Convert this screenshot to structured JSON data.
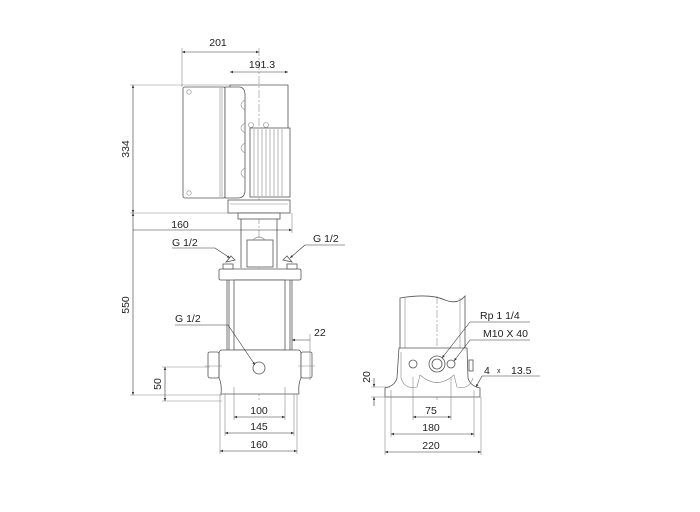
{
  "front_view": {
    "dim_width_control_box": "201",
    "dim_width_motor": "191.3",
    "dim_height_motor": "334",
    "dim_height_pump": "550",
    "dim_motor_offset": "160",
    "label_vent_left": "G 1/2",
    "label_vent_right": "G 1/2",
    "label_drain": "G 1/2",
    "dim_flange_offset": "22",
    "dim_port_height": "50",
    "dim_port_spacing": "100",
    "dim_base_inner": "145",
    "dim_base_outer": "160"
  },
  "side_view": {
    "label_port": "Rp 1 1/4",
    "label_bolts": "M10 X 40",
    "label_holes_count": "4",
    "label_holes_x": "x",
    "label_holes_size": "13.5",
    "dim_foot_height": "20",
    "dim_bolt_spacing": "75",
    "dim_hole_spacing": "180",
    "dim_base_width": "220"
  }
}
